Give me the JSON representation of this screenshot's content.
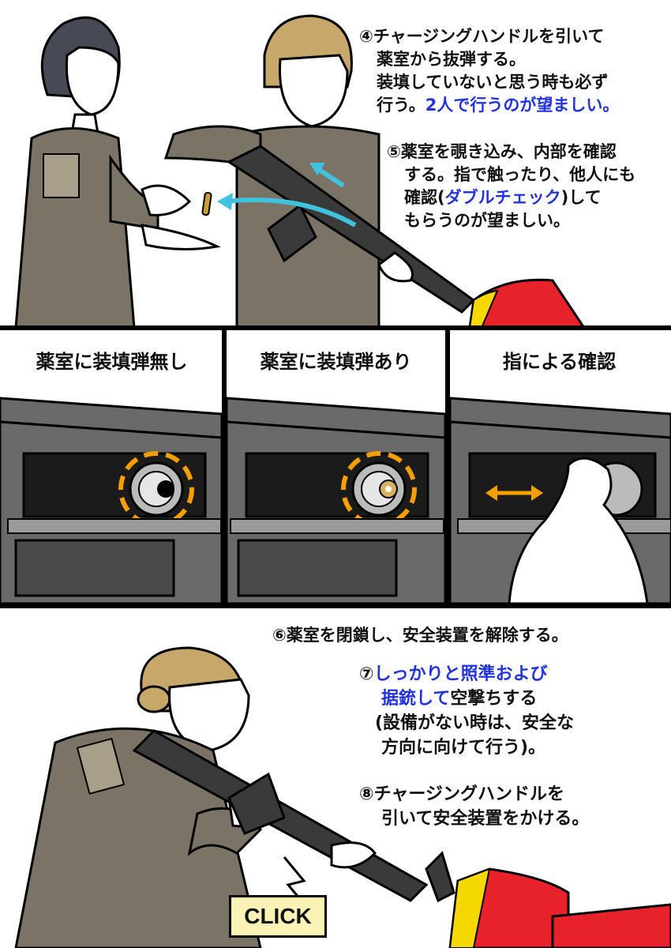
{
  "top_section": {
    "step4": {
      "marker": "④",
      "line1": "チャージングハンドルを引いて",
      "line2": "薬室から抜弾する。",
      "line3": "装填していないと思う時も必ず",
      "line4_plain": "行う。",
      "line4_highlight": "2人で行うのが望ましい。"
    },
    "step5": {
      "marker": "⑤",
      "line1": "薬室を覗き込み、内部を確認",
      "line2": "する。指で触ったり、他人にも",
      "line3_a": "確認(",
      "line3_highlight": "ダブルチェック",
      "line3_b": ")して",
      "line4": "もらうのが望ましい。"
    }
  },
  "panels": [
    {
      "title": "薬室に装填弾無し"
    },
    {
      "title": "薬室に装填弾あり"
    },
    {
      "title": "指による確認"
    }
  ],
  "bottom_section": {
    "step6": {
      "marker": "⑥",
      "text": "薬室を閉鎖し、安全装置を解除する。"
    },
    "step7": {
      "marker": "⑦",
      "line1_highlight": "しっかりと照準および",
      "line2_highlight": "据銃して",
      "line2_plain": "空撃ちする",
      "line3": "(設備がない時は、安全な",
      "line4": "方向に向けて行う)。"
    },
    "step8": {
      "marker": "⑧",
      "line1": "チャージングハンドルを",
      "line2": "引いて安全装置をかける。"
    },
    "sound_effect": "CLICK"
  },
  "colors": {
    "highlight_text": "#2233dd",
    "uniform": "#7b7466",
    "skin": "#ffffff",
    "hair_dark": "#474a55",
    "hair_blonde": "#c8a86a",
    "rifle": "#3a3a3a",
    "arrow_blue": "#3ec2e0",
    "dashed_circle": "#f5a000",
    "flag_red": "#e8222a",
    "flag_yellow": "#f5d800",
    "click_box": "#fbf3b6"
  }
}
